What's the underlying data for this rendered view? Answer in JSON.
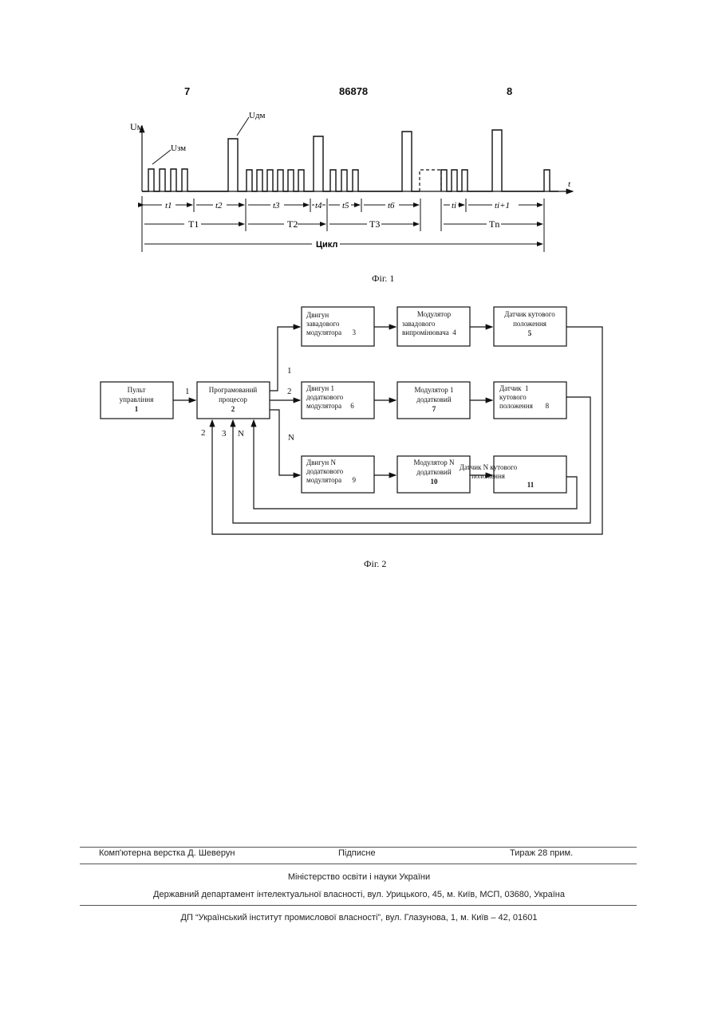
{
  "header": {
    "left_page": "7",
    "patent_number": "86878",
    "right_page": "8"
  },
  "fig1": {
    "caption": "Фіг. 1",
    "y_axis_label": "Uм",
    "x_axis_label": "t",
    "label_noise_pulse": "Uзм",
    "label_extra_pulse": "Uдм",
    "interval_labels": [
      "t1",
      "t2",
      "t3",
      "t4",
      "t5",
      "t6",
      "ti",
      "ti+1"
    ],
    "period_labels": [
      "T1",
      "T2",
      "T3",
      "Tn"
    ],
    "cycle_label": "Цикл"
  },
  "fig2": {
    "caption": "Фіг. 2",
    "blocks": {
      "b1": [
        "Пульт",
        "управління",
        "1"
      ],
      "b2": [
        "Програмований",
        "процесор",
        "2"
      ],
      "b3": [
        "Двигун",
        "завадового",
        "модулятора      3"
      ],
      "b4": [
        "Модулятор",
        "завадового",
        "випромінювача  4"
      ],
      "b5": [
        "Датчик кутового",
        "положення",
        "5"
      ],
      "b6": [
        "Двигун 1",
        "додаткового",
        "модулятора     6"
      ],
      "b7": [
        "Модулятор 1",
        "додатковий",
        "7"
      ],
      "b8": [
        "Датчик  1",
        "кутового",
        "положення       8"
      ],
      "b9": [
        "Двигун N",
        "додаткового",
        "модулятора      9"
      ],
      "b10": [
        "Модулятор N",
        "додатковий",
        "10"
      ],
      "b11": [
        "Датчик N кутового",
        "положення",
        "11"
      ]
    },
    "line_labels": {
      "in1": "1",
      "out1": "1",
      "out2": "2",
      "outN": "N",
      "fb2": "2",
      "fb3": "3",
      "fbN": "N"
    }
  },
  "footer": {
    "layout_credit": "Комп'ютерна верстка Д. Шеверун",
    "signed": "Підписне",
    "circulation": "Тираж 28 прим.",
    "ministry": "Міністерство освіти і науки України",
    "department": "Державний департамент інтелектуальної власності, вул. Урицького, 45, м. Київ, МСП, 03680, Україна",
    "institute": "ДП “Український інститут промислової власності”, вул. Глазунова, 1, м. Київ – 42, 01601"
  }
}
